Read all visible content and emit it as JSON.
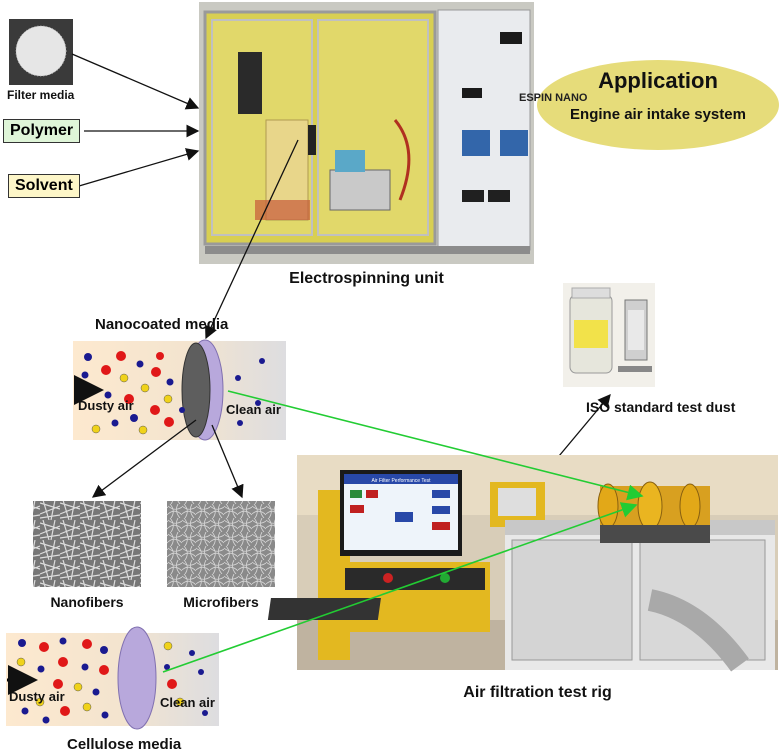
{
  "inputs": {
    "filter_media": "Filter media",
    "polymer": "Polymer",
    "solvent": "Solvent"
  },
  "application": {
    "title": "Application",
    "subtitle": "Engine air intake system"
  },
  "electrospinning": {
    "caption": "Electrospinning unit",
    "brand": "ESPIN NANO"
  },
  "nanocoated": {
    "title": "Nanocoated media",
    "dusty": "Dusty air",
    "clean": "Clean air"
  },
  "fibers": {
    "nano": "Nanofibers",
    "micro": "Microfibers"
  },
  "cellulose": {
    "title": "Cellulose media",
    "dusty": "Dusty air",
    "clean": "Clean air"
  },
  "iso": {
    "caption": "ISO standard test dust"
  },
  "rig": {
    "caption": "Air filtration test rig",
    "screen_title": "Air Filter Performance Test"
  },
  "colors": {
    "polymer_bg": "#dff5d8",
    "solvent_bg": "#fdf6c8",
    "ellipse": "#e6dc7a",
    "arrow_green": "#22cc33",
    "particle_red": "#e01818",
    "particle_blue": "#1a1aa8",
    "particle_yellow": "#f0d21a"
  }
}
